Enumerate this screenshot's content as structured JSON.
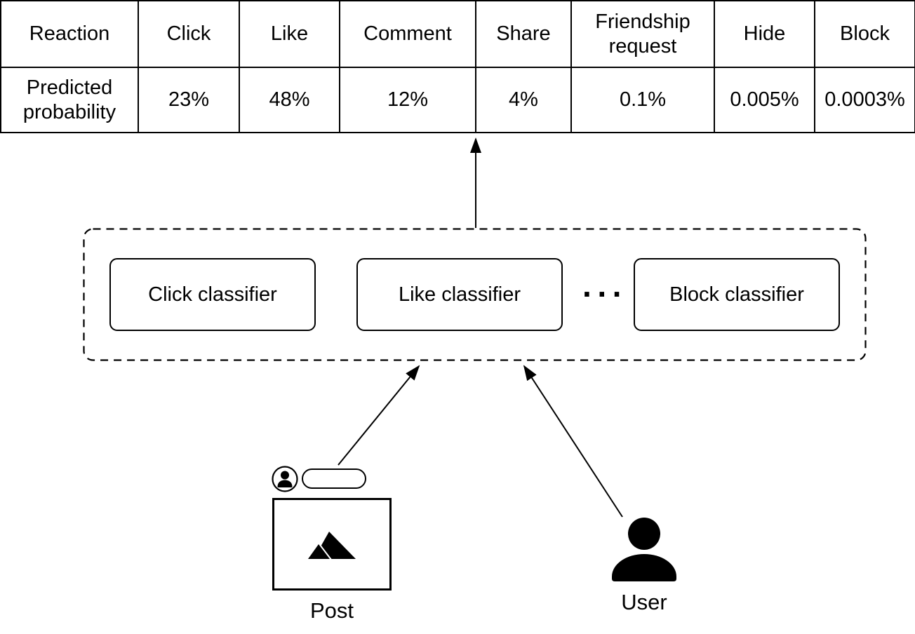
{
  "table": {
    "header_row": [
      "Reaction",
      "Click",
      "Like",
      "Comment",
      "Share",
      "Friendship request",
      "Hide",
      "Block"
    ],
    "data_row": [
      "Predicted probability",
      "23%",
      "48%",
      "12%",
      "4%",
      "0.1%",
      "0.005%",
      "0.0003%"
    ]
  },
  "classifiers": {
    "box_labels": [
      "Click classifier",
      "Like classifier",
      "Block classifier"
    ],
    "ellipsis": "···"
  },
  "figures": {
    "post_label": "Post",
    "user_label": "User"
  },
  "icons": {
    "post_author": "person-avatar-icon",
    "post_body": "text-pill-placeholder",
    "post_image": "mountain-photo-icon",
    "user": "person-silhouette-icon",
    "arrows": "up-arrow"
  },
  "colors": {
    "ink": "#000000",
    "background": "#ffffff"
  }
}
